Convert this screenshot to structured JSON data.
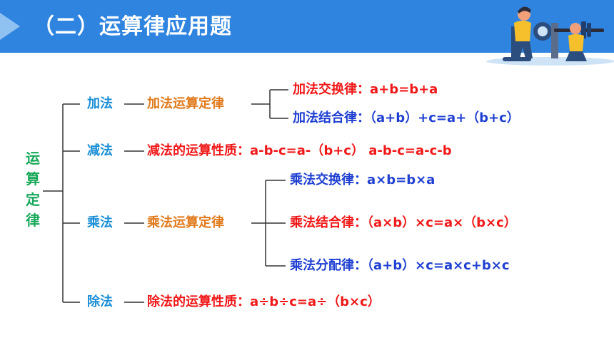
{
  "header": {
    "title": "（二）运算律应用题"
  },
  "tree": {
    "root": "运算定律",
    "branches": {
      "add": {
        "label": "加法",
        "law_name": "加法运算定律",
        "commutative": "加法交换律：a+b=b+a",
        "associative": "加法结合律：（a+b）+c=a+（b+c）"
      },
      "subtract": {
        "label": "减法",
        "property": "减法的运算性质：a-b-c=a-（b+c） a-b-c=a-c-b"
      },
      "multiply": {
        "label": "乘法",
        "law_name": "乘法运算定律",
        "commutative": "乘法交换律：a×b=b×a",
        "associative": "乘法结合律：（a×b）×c=a×（b×c）",
        "distributive": "乘法分配律：（a+b）×c=a×c+b×c"
      },
      "divide": {
        "label": "除法",
        "property": "除法的运算性质：a÷b÷c=a÷（b×c）"
      }
    }
  },
  "colors": {
    "banner": "#2f84e0",
    "root_text": "#18a85a",
    "branch_label": "#1b8fd6",
    "law_name": "#e07a1c",
    "red_law": "#f01818",
    "blue_law": "#1f3fd1"
  },
  "icons": {
    "banner_arrow": "arrow-tab-icon",
    "illustration": "fitness-people-illustration"
  }
}
